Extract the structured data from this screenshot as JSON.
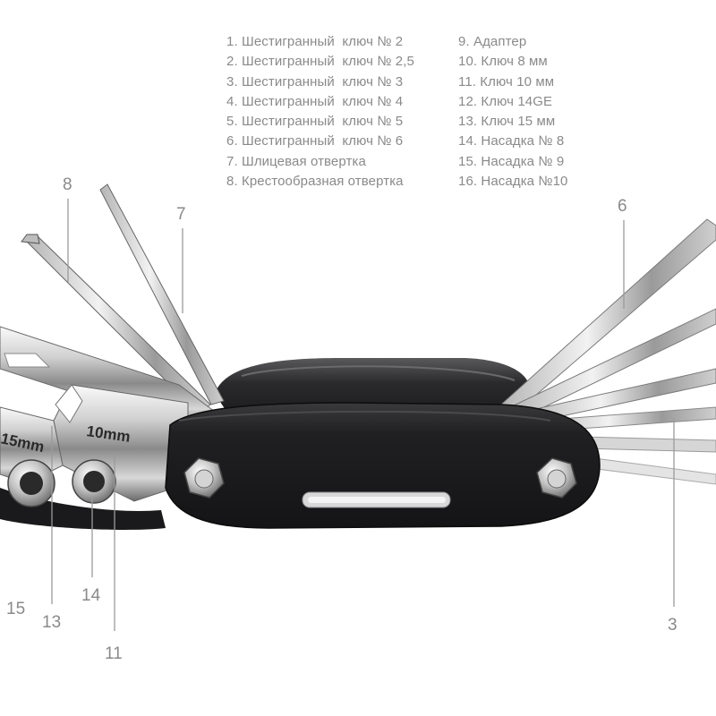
{
  "legend": {
    "left": [
      "1. Шестигранный  ключ № 2",
      "2. Шестигранный  ключ № 2,5",
      "3. Шестигранный  ключ № 3",
      "4. Шестигранный  ключ № 4",
      "5. Шестигранный  ключ № 5",
      "6. Шестигранный  ключ № 6",
      "7. Шлицевая отвертка",
      "8. Крестообразная отвертка"
    ],
    "right": [
      "9. Адаптер",
      "10. Ключ 8 мм",
      "11. Ключ 10 мм",
      "12. Ключ 14GE",
      "13. Ключ 15 мм",
      "14. Насадка № 8",
      "15. Насадка № 9",
      "16. Насадка №10"
    ]
  },
  "callouts": {
    "n8": "8",
    "n7": "7",
    "n6": "6",
    "n3": "3",
    "n15": "15",
    "n13": "13",
    "n14": "14",
    "n11": "11"
  },
  "engravings": {
    "wrench_10": "10mm",
    "wrench_15": "15mm"
  },
  "colors": {
    "label": "#8a8a8a",
    "leader": "#9a9a9a",
    "body": "#1c1c1e",
    "steel_light": "#eeeeee",
    "steel_dark": "#6e6e6e"
  }
}
